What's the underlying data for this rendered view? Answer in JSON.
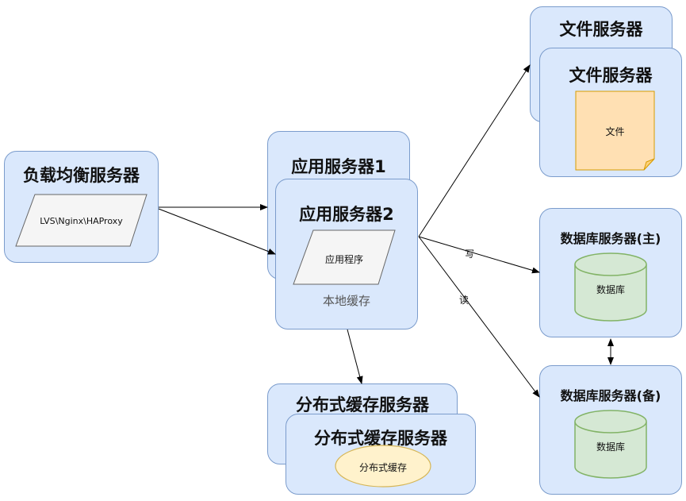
{
  "load_balancer": {
    "title": "负载均衡服务器",
    "software": "LVS\\Nginx\\HAProxy"
  },
  "app_server_1": {
    "title": "应用服务器1"
  },
  "app_server_2": {
    "title": "应用服务器2",
    "program": "应用程序",
    "local_cache": "本地缓存"
  },
  "file_server_back": {
    "title": "文件服务器"
  },
  "file_server_front": {
    "title": "文件服务器",
    "file": "文件"
  },
  "db_master": {
    "title": "数据库服务器(主)",
    "db": "数据库"
  },
  "db_backup": {
    "title": "数据库服务器(备)",
    "db": "数据库"
  },
  "cache_back": {
    "title": "分布式缓存服务器"
  },
  "cache_front": {
    "title": "分布式缓存服务器",
    "cache": "分布式缓存"
  },
  "edges": {
    "write": "写",
    "read": "读"
  },
  "colors": {
    "box_fill": "#dae8fc",
    "box_stroke": "#7b9ccc",
    "file_fill": "#ffe0b3",
    "db_fill": "#d5e8d4",
    "cache_fill": "#fff2cc"
  }
}
